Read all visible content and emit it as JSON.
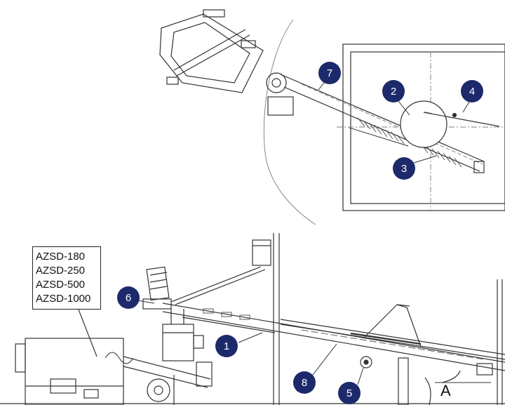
{
  "models": [
    "AZSD-180",
    "AZSD-250",
    "AZSD-500",
    "AZSD-1000"
  ],
  "callouts": [
    "1",
    "2",
    "3",
    "4",
    "5",
    "6",
    "7",
    "8"
  ],
  "angle_label": "A",
  "colors": {
    "callout": "#1c2a6b",
    "line": "#333333",
    "hatch": "#555555"
  }
}
